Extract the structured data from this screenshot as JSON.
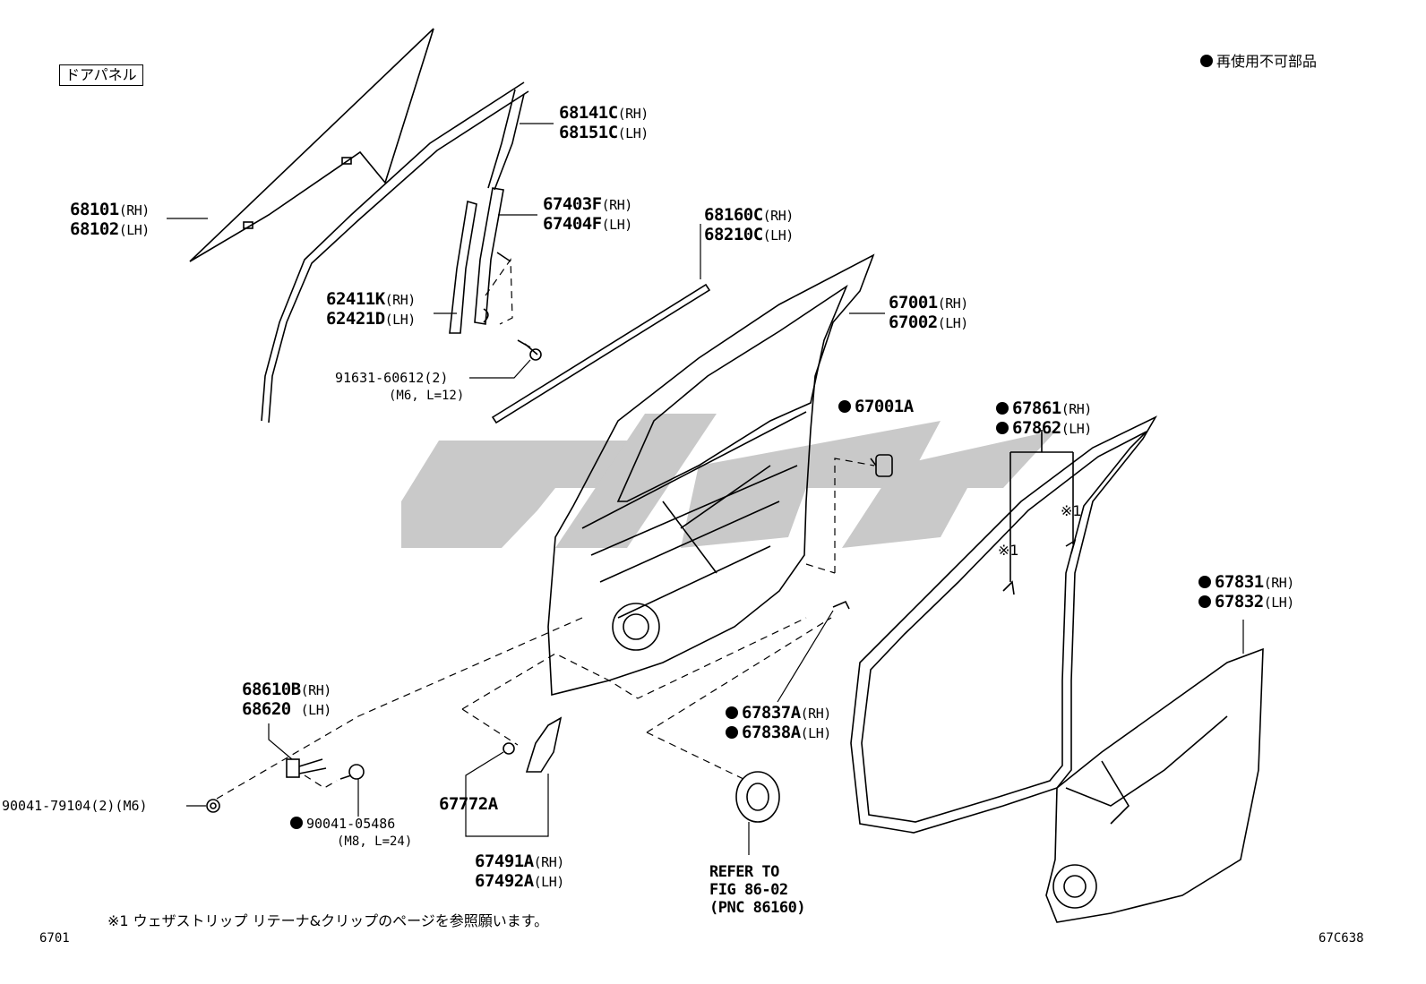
{
  "title_box": "ドアパネル",
  "legend": {
    "marker": "●",
    "text": "再使用不可部品"
  },
  "parts": [
    {
      "id": "68101",
      "rh": "68101",
      "lh": "68102"
    },
    {
      "id": "68141C",
      "rh": "68141C",
      "lh": "68151C"
    },
    {
      "id": "67403F",
      "rh": "67403F",
      "lh": "67404F"
    },
    {
      "id": "62411K",
      "rh": "62411K",
      "lh": "62421D"
    },
    {
      "id": "68160C",
      "rh": "68160C",
      "lh": "68210C"
    },
    {
      "id": "67001",
      "rh": "67001",
      "lh": "67002"
    },
    {
      "id": "67861",
      "rh": "67861",
      "lh": "67862",
      "non_reusable": true
    },
    {
      "id": "67831",
      "rh": "67831",
      "lh": "67832",
      "non_reusable": true
    },
    {
      "id": "67837A",
      "rh": "67837A",
      "lh": "67838A",
      "non_reusable": true
    },
    {
      "id": "68610B",
      "rh": "68610B",
      "lh": "68620"
    },
    {
      "id": "67491A",
      "rh": "67491A",
      "lh": "67492A"
    }
  ],
  "suffix": {
    "rh": "(RH)",
    "lh": "(LH)"
  },
  "single_parts": {
    "p67001a": "67001A",
    "p67772a": "67772A"
  },
  "fasteners": {
    "bolt": {
      "code": "91631-60612(2)",
      "spec": "(M6, L=12)"
    },
    "nut": {
      "code": "90041-79104(2)(M6)"
    },
    "bolt2": {
      "code": "90041-05486",
      "spec": "(M8, L=24)"
    }
  },
  "note_marks": {
    "m1": "※1",
    "m2": "※1"
  },
  "refer": {
    "line1": "REFER TO",
    "line2": "FIG 86-02",
    "line3": "(PNC 86160)"
  },
  "footnote": "※1 ウェザストリップ リテーナ&クリップのページを参照願います。",
  "page_code_left": "6701",
  "page_code_right": "67C638"
}
